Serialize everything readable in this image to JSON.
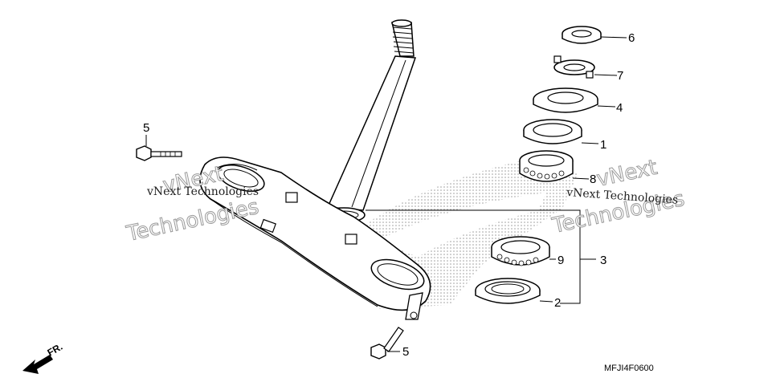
{
  "diagram": {
    "code": "MFJI4F0600",
    "front_label": "FR.",
    "parts": [
      {
        "id": "6",
        "label": "6"
      },
      {
        "id": "7",
        "label": "7"
      },
      {
        "id": "4",
        "label": "4"
      },
      {
        "id": "1",
        "label": "1"
      },
      {
        "id": "8",
        "label": "8"
      },
      {
        "id": "9",
        "label": "9"
      },
      {
        "id": "3",
        "label": "3"
      },
      {
        "id": "2",
        "label": "2"
      },
      {
        "id": "5a",
        "label": "5"
      },
      {
        "id": "5b",
        "label": "5"
      }
    ],
    "watermark": {
      "brand_line1": "vNext",
      "brand_line2": "Technologies",
      "small_text": "vNext Technologies"
    }
  }
}
